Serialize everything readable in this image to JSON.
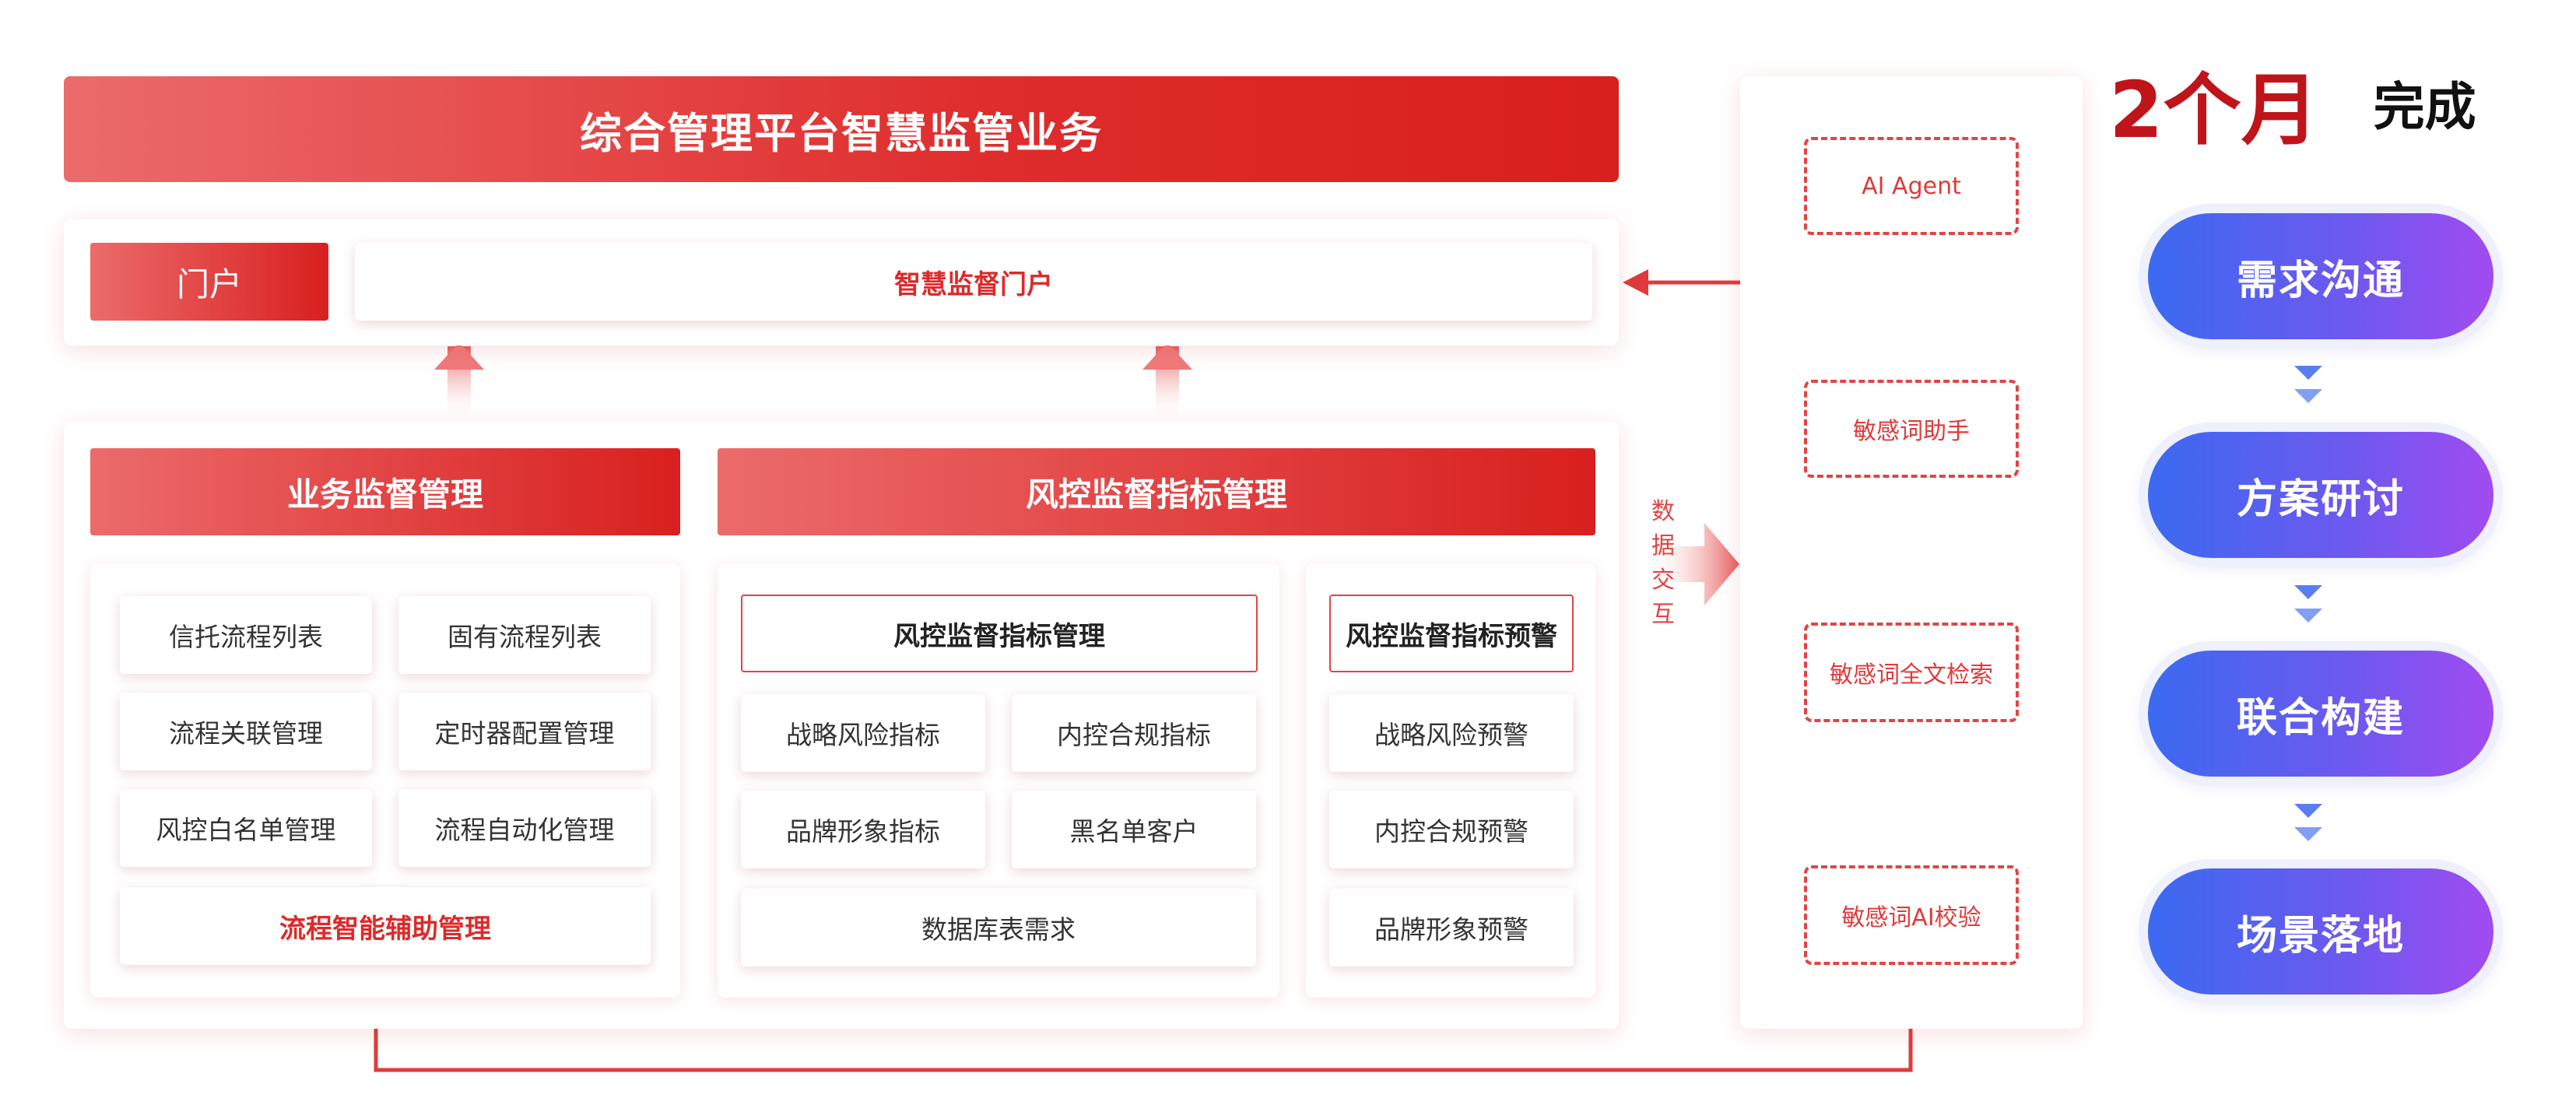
{
  "banner": {
    "title": "综合管理平台智慧监管业务"
  },
  "portal": {
    "label": "门户",
    "item": "智慧监督门户"
  },
  "business": {
    "title": "业务监督管理",
    "items": [
      "信托流程列表",
      "固有流程列表",
      "流程关联管理",
      "定时器配置管理",
      "风控白名单管理",
      "流程自动化管理"
    ],
    "highlight": "流程智能辅助管理"
  },
  "risk": {
    "title": "风控监督指标管理",
    "indicators": {
      "title": "风控监督指标管理",
      "items": [
        "战略风险指标",
        "内控合规指标",
        "品牌形象指标",
        "黑名单客户"
      ],
      "wide": "数据库表需求"
    },
    "warnings": {
      "title": "风控监督指标预警",
      "items": [
        "战略风险预警",
        "内控合规预警",
        "品牌形象预警"
      ]
    }
  },
  "exchange": {
    "chars": [
      "数",
      "据",
      "交",
      "互"
    ]
  },
  "ai": {
    "items": [
      "AI Agent",
      "敏感词助手",
      "敏感词全文检索",
      "敏感词AI校验"
    ]
  },
  "timeline": {
    "duration": "2个月",
    "suffix": "完成"
  },
  "steps": [
    "需求沟通",
    "方案研讨",
    "联合构建",
    "场景落地"
  ],
  "colors": {
    "accent_red": "#df2c2c",
    "duration_red": "#c0141b",
    "pill_blue": "#3b6af0",
    "pill_purple": "#a14bf0"
  }
}
